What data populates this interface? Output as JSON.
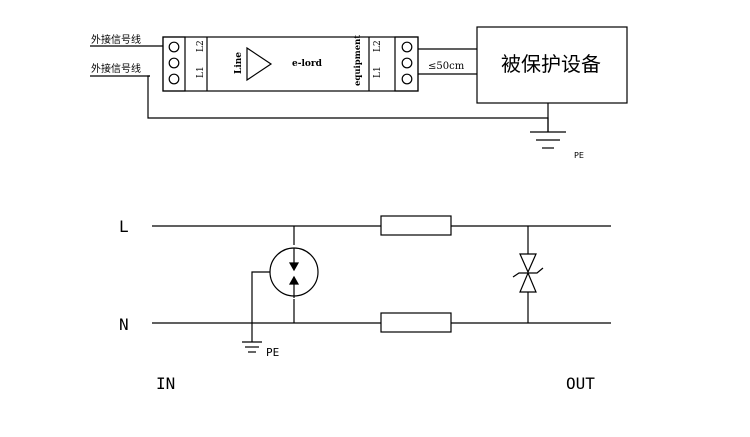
{
  "wiring": {
    "input_wire_1": "外接信号线",
    "input_wire_2": "外接信号线",
    "module_left_l2": "L2",
    "module_left_l1": "L1",
    "module_line": "Line",
    "module_brand": "e-lord",
    "module_equipment": "equipment",
    "module_right_l2": "L2",
    "module_right_l1": "L1",
    "distance": "≤50cm",
    "protected_device": "被保护设备",
    "ground_label": "PE"
  },
  "schematic": {
    "line_label": "L",
    "neutral_label": "N",
    "ground_label": "PE",
    "input_label": "IN",
    "output_label": "OUT"
  }
}
